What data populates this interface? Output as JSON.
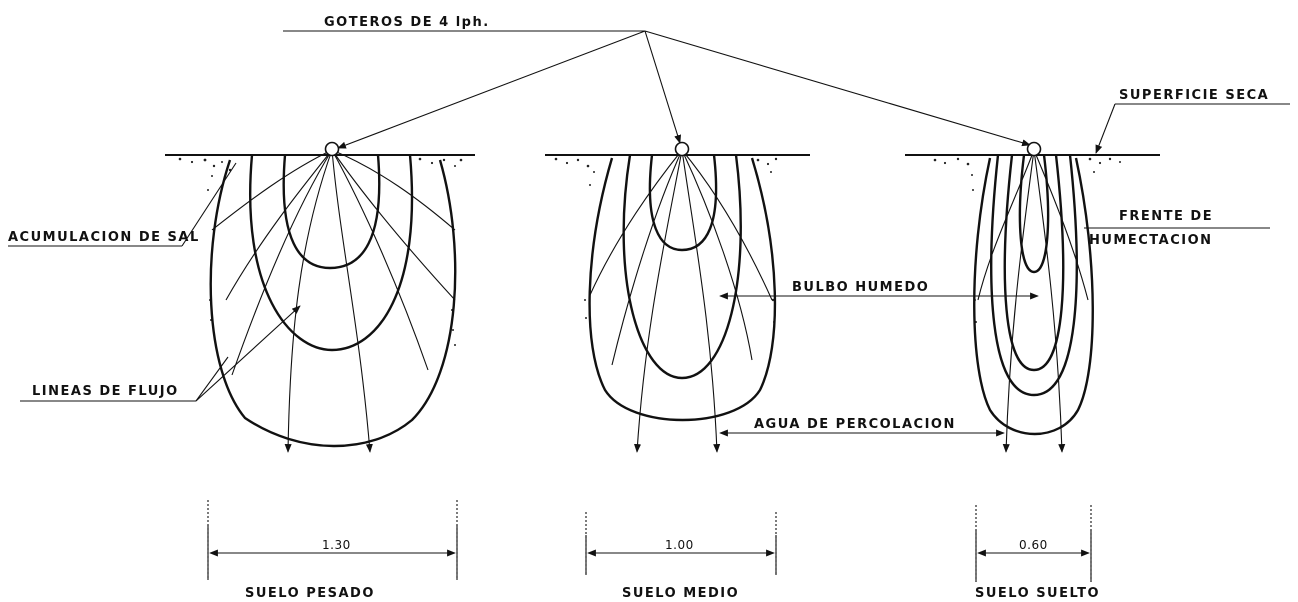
{
  "labels": {
    "goteros": "GOTEROS DE 4 lph.",
    "superficie_seca": "SUPERFICIE SECA",
    "acumulacion_sal": "ACUMULACION DE SAL",
    "frente_humectacion_1": "FRENTE DE",
    "frente_humectacion_2": "HUMECTACION",
    "bulbo_humedo": "BULBO HUMEDO",
    "lineas_flujo": "LINEAS DE FLUJO",
    "agua_percolacion": "AGUA DE PERCOLACION"
  },
  "soils": [
    {
      "name": "SUELO PESADO",
      "width_value": "1.30"
    },
    {
      "name": "SUELO MEDIO",
      "width_value": "1.00"
    },
    {
      "name": "SUELO SUELTO",
      "width_value": "0.60"
    }
  ]
}
